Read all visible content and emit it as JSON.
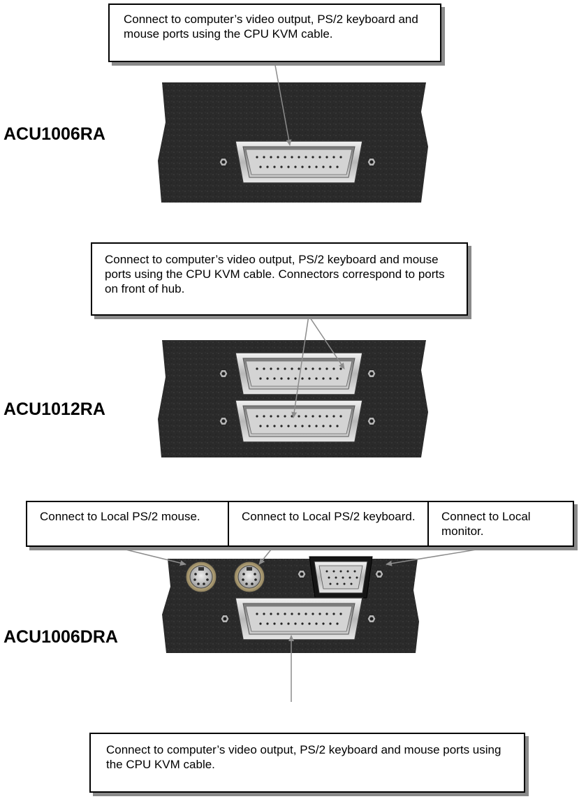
{
  "sections": [
    {
      "model": "ACU1006RA",
      "callout": "Connect to computer’s video output, PS/2 keyboard and mouse ports using the CPU KVM cable."
    },
    {
      "model": "ACU1012RA",
      "callout": "Connect to computer’s video output, PS/2 keyboard and mouse ports using the CPU KVM cable. Connectors correspond to ports on front of hub."
    },
    {
      "model": "ACU1006DRA",
      "top_callouts": [
        "Connect to Local PS/2 mouse.",
        "Connect to Local PS/2 keyboard.",
        "Connect to Local monitor."
      ],
      "bottom_callout": "Connect to computer’s video output, PS/2 keyboard and mouse ports using the CPU KVM cable."
    }
  ],
  "colors": {
    "panel": "#2a2a2a",
    "connector_body": "#d8d8d8",
    "shadow": "#8a8a8a"
  },
  "icons": [
    "db25-connector",
    "hd15-vga-connector",
    "ps2-mini-din-port",
    "mounting-screw"
  ]
}
